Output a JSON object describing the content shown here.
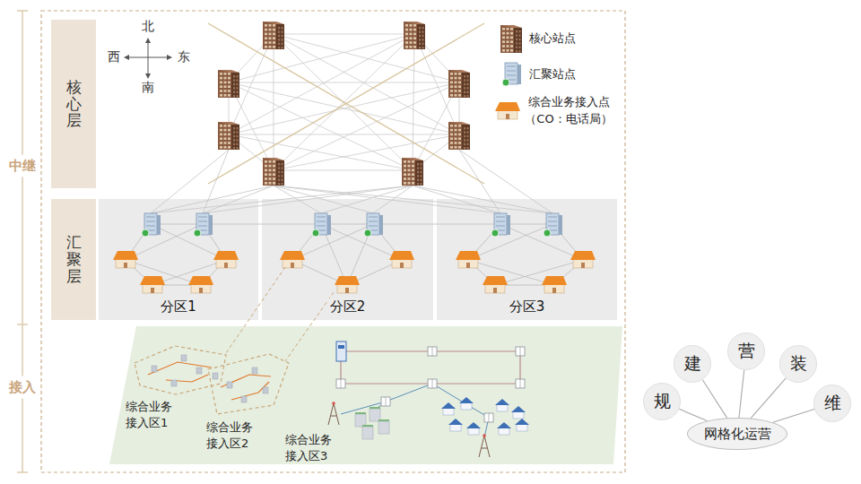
{
  "diagram": {
    "nodes": [
      {
        "text": [
          "核心层"
        ]
      },
      {
        "text": [
          "汇聚层"
        ]
      },
      {
        "text": [
          "分区1"
        ]
      },
      {
        "text": [
          "分区2"
        ]
      },
      {
        "text": [
          "分区3"
        ]
      },
      {
        "text": [
          "综合业务 接入区1"
        ]
      },
      {
        "text": [
          "综合业务 接入区2"
        ]
      },
      {
        "text": [
          "规"
        ]
      },
      {
        "text": [
          "建"
        ]
      },
      {
        "text": [
          "营"
        ]
      },
      {
        "text": [
          "装"
        ]
      },
      {
        "text": [
          "维"
        ]
      },
      {
        "text": [
          "网格化运营"
        ]
      }
    ],
    "edges": [
      {
        "from": 7,
        "to": 12,
        "arrow": "none"
      },
      {
        "from": 8,
        "to": 12,
        "arrow": "none"
      },
      {
        "from": 9,
        "to": 12,
        "arrow": "none"
      },
      {
        "from": 10,
        "to": 12,
        "arrow": "none"
      },
      {
        "from": 11,
        "to": 12,
        "arrow": "none"
      }
    ],
    "labels": [
      "中继",
      "接入",
      "北",
      "西",
      "东",
      "南",
      "综合业务 接入区3"
    ],
    "legend": [
      {
        "text": "核心站点"
      },
      {
        "text": "汇聚站点"
      },
      {
        "text": "综合业务接入点 （CO：电话局）"
      }
    ]
  }
}
